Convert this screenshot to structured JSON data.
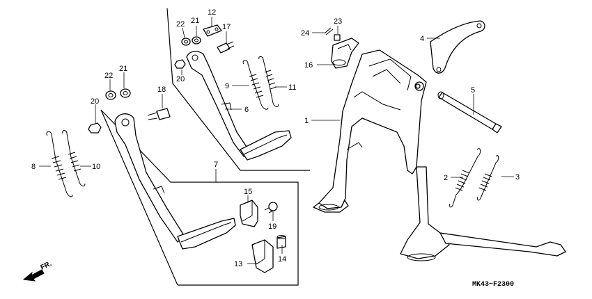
{
  "diagram": {
    "drawing_code": "MK43~F2300",
    "direction_marker": "FR.",
    "callouts": {
      "c1": "1",
      "c2": "2",
      "c3": "3",
      "c4": "4",
      "c5": "5",
      "c6": "6",
      "c7": "7",
      "c8": "8",
      "c9": "9",
      "c10": "10",
      "c11": "11",
      "c12": "12",
      "c13": "13",
      "c14": "14",
      "c15": "15",
      "c16": "16",
      "c17": "17",
      "c18": "18",
      "c19": "19",
      "c20a": "20",
      "c20b": "20",
      "c21a": "21",
      "c21b": "21",
      "c22a": "22",
      "c22b": "22",
      "c23": "23",
      "c24": "24"
    }
  }
}
